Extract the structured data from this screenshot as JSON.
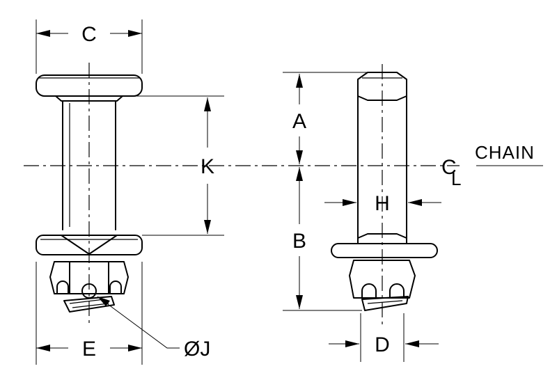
{
  "labels": {
    "c": "C",
    "e": "E",
    "k": "K",
    "a": "A",
    "b": "B",
    "h": "H",
    "d": "D",
    "j": "ØJ",
    "chain": "CHAIN",
    "cl": "C",
    "cl_sub": "L"
  }
}
